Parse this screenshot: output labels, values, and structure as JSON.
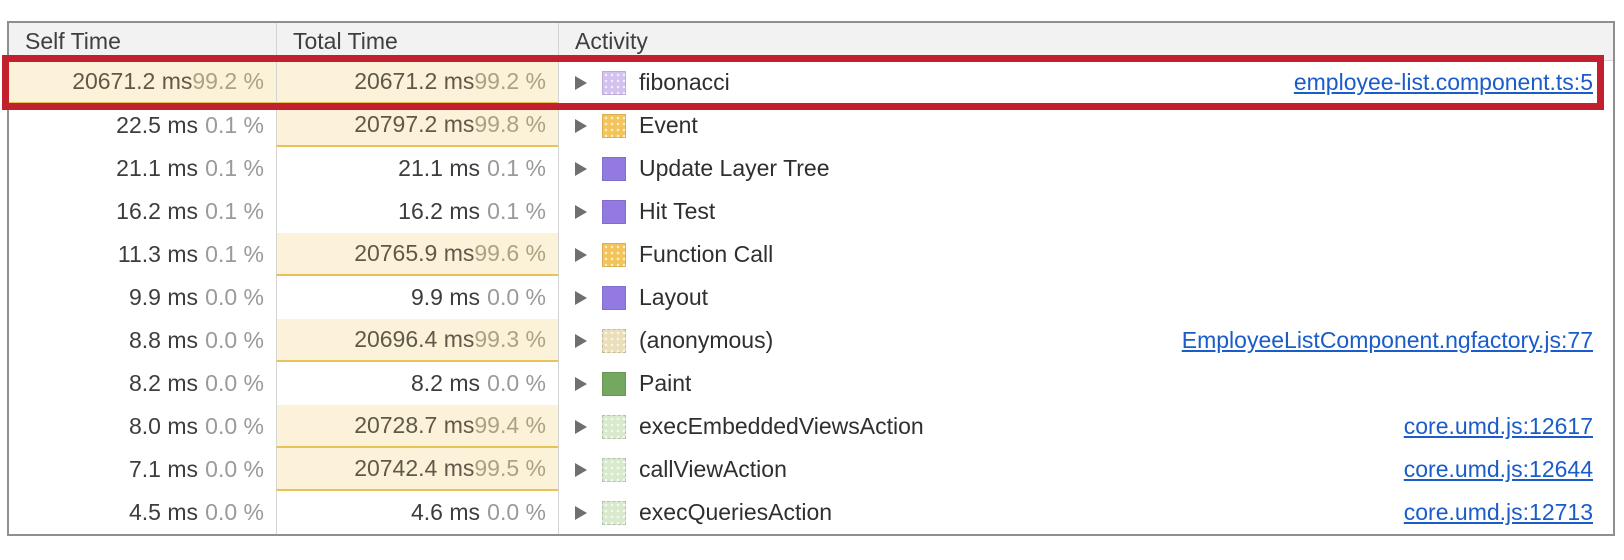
{
  "table": {
    "columns": [
      {
        "label": "Self Time"
      },
      {
        "label": "Total Time"
      },
      {
        "label": "Activity"
      }
    ],
    "rows": [
      {
        "self_ms": "20671.2 ms",
        "self_pct": "99.2 %",
        "self_hot": true,
        "total_ms": "20671.2 ms",
        "total_pct": "99.2 %",
        "total_hot": true,
        "activity": "fibonacci",
        "swatch": {
          "category": "js-frame",
          "color": "#d3c1ef",
          "dotted": true,
          "pale": false
        },
        "link": "employee-list.component.ts:5",
        "highlighted": true
      },
      {
        "self_ms": "22.5 ms",
        "self_pct": "0.1 %",
        "self_hot": false,
        "total_ms": "20797.2 ms",
        "total_pct": "99.8 %",
        "total_hot": true,
        "activity": "Event",
        "swatch": {
          "category": "scripting",
          "color": "#f2c45a",
          "dotted": true,
          "pale": false
        },
        "link": "",
        "highlighted": false
      },
      {
        "self_ms": "21.1 ms",
        "self_pct": "0.1 %",
        "self_hot": false,
        "total_ms": "21.1 ms",
        "total_pct": "0.1 %",
        "total_hot": false,
        "activity": "Update Layer Tree",
        "swatch": {
          "category": "rendering",
          "color": "#927ae2",
          "dotted": false,
          "pale": false
        },
        "link": "",
        "highlighted": false
      },
      {
        "self_ms": "16.2 ms",
        "self_pct": "0.1 %",
        "self_hot": false,
        "total_ms": "16.2 ms",
        "total_pct": "0.1 %",
        "total_hot": false,
        "activity": "Hit Test",
        "swatch": {
          "category": "rendering",
          "color": "#927ae2",
          "dotted": false,
          "pale": false
        },
        "link": "",
        "highlighted": false
      },
      {
        "self_ms": "11.3 ms",
        "self_pct": "0.1 %",
        "self_hot": false,
        "total_ms": "20765.9 ms",
        "total_pct": "99.6 %",
        "total_hot": true,
        "activity": "Function Call",
        "swatch": {
          "category": "scripting",
          "color": "#f2c45a",
          "dotted": true,
          "pale": false
        },
        "link": "",
        "highlighted": false
      },
      {
        "self_ms": "9.9 ms",
        "self_pct": "0.0 %",
        "self_hot": false,
        "total_ms": "9.9 ms",
        "total_pct": "0.0 %",
        "total_hot": false,
        "activity": "Layout",
        "swatch": {
          "category": "rendering",
          "color": "#927ae2",
          "dotted": false,
          "pale": false
        },
        "link": "",
        "highlighted": false
      },
      {
        "self_ms": "8.8 ms",
        "self_pct": "0.0 %",
        "self_hot": false,
        "total_ms": "20696.4 ms",
        "total_pct": "99.3 %",
        "total_hot": true,
        "activity": "(anonymous)",
        "swatch": {
          "category": "js-frame",
          "color": "#ebdfba",
          "dotted": true,
          "pale": true
        },
        "link": "EmployeeListComponent.ngfactory.js:77",
        "highlighted": false
      },
      {
        "self_ms": "8.2 ms",
        "self_pct": "0.0 %",
        "self_hot": false,
        "total_ms": "8.2 ms",
        "total_pct": "0.0 %",
        "total_hot": false,
        "activity": "Paint",
        "swatch": {
          "category": "painting",
          "color": "#74a75f",
          "dotted": false,
          "pale": false
        },
        "link": "",
        "highlighted": false
      },
      {
        "self_ms": "8.0 ms",
        "self_pct": "0.0 %",
        "self_hot": false,
        "total_ms": "20728.7 ms",
        "total_pct": "99.4 %",
        "total_hot": true,
        "activity": "execEmbeddedViewsAction",
        "swatch": {
          "category": "js-frame",
          "color": "#d8e9cc",
          "dotted": true,
          "pale": true
        },
        "link": "core.umd.js:12617",
        "highlighted": false
      },
      {
        "self_ms": "7.1 ms",
        "self_pct": "0.0 %",
        "self_hot": false,
        "total_ms": "20742.4 ms",
        "total_pct": "99.5 %",
        "total_hot": true,
        "activity": "callViewAction",
        "swatch": {
          "category": "js-frame",
          "color": "#d8e9cc",
          "dotted": true,
          "pale": true
        },
        "link": "core.umd.js:12644",
        "highlighted": false
      },
      {
        "self_ms": "4.5 ms",
        "self_pct": "0.0 %",
        "self_hot": false,
        "total_ms": "4.6 ms",
        "total_pct": "0.0 %",
        "total_hot": false,
        "activity": "execQueriesAction",
        "swatch": {
          "category": "js-frame",
          "color": "#d8e9cc",
          "dotted": true,
          "pale": true
        },
        "link": "core.umd.js:12713",
        "highlighted": false
      }
    ],
    "colors": {
      "hot_bg": "#fbf2d9",
      "hot_border": "#e9c254",
      "link": "#1a5cc8",
      "header_bg": "#f2f2f2",
      "grid_border": "#8f8f8f"
    }
  },
  "annotation": {
    "type": "highlight-rectangle",
    "color": "#c2202e"
  }
}
